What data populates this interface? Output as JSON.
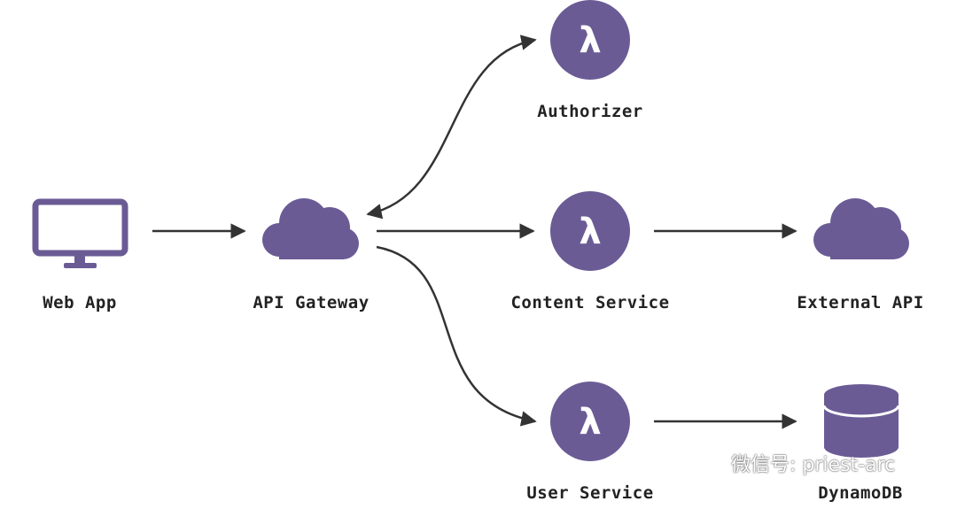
{
  "diagram": {
    "accent_color": "#6b5b95",
    "arrow_color": "#333333",
    "nodes": {
      "web_app": {
        "label": "Web App",
        "icon": "monitor-icon"
      },
      "api_gateway": {
        "label": "API Gateway",
        "icon": "cloud-icon"
      },
      "authorizer": {
        "label": "Authorizer",
        "icon": "lambda-icon",
        "glyph": "λ"
      },
      "content_service": {
        "label": "Content Service",
        "icon": "lambda-icon",
        "glyph": "λ"
      },
      "user_service": {
        "label": "User Service",
        "icon": "lambda-icon",
        "glyph": "λ"
      },
      "external_api": {
        "label": "External API",
        "icon": "cloud-icon"
      },
      "dynamodb": {
        "label": "DynamoDB",
        "icon": "database-icon"
      }
    },
    "edges": [
      {
        "from": "Web App",
        "to": "API Gateway"
      },
      {
        "from": "API Gateway",
        "to": "Authorizer",
        "bidirectional": true
      },
      {
        "from": "API Gateway",
        "to": "Content Service"
      },
      {
        "from": "API Gateway",
        "to": "User Service"
      },
      {
        "from": "Content Service",
        "to": "External API"
      },
      {
        "from": "User Service",
        "to": "DynamoDB"
      }
    ]
  },
  "watermark": {
    "text": "微信号: priest-arc",
    "icon": "wechat-icon"
  }
}
